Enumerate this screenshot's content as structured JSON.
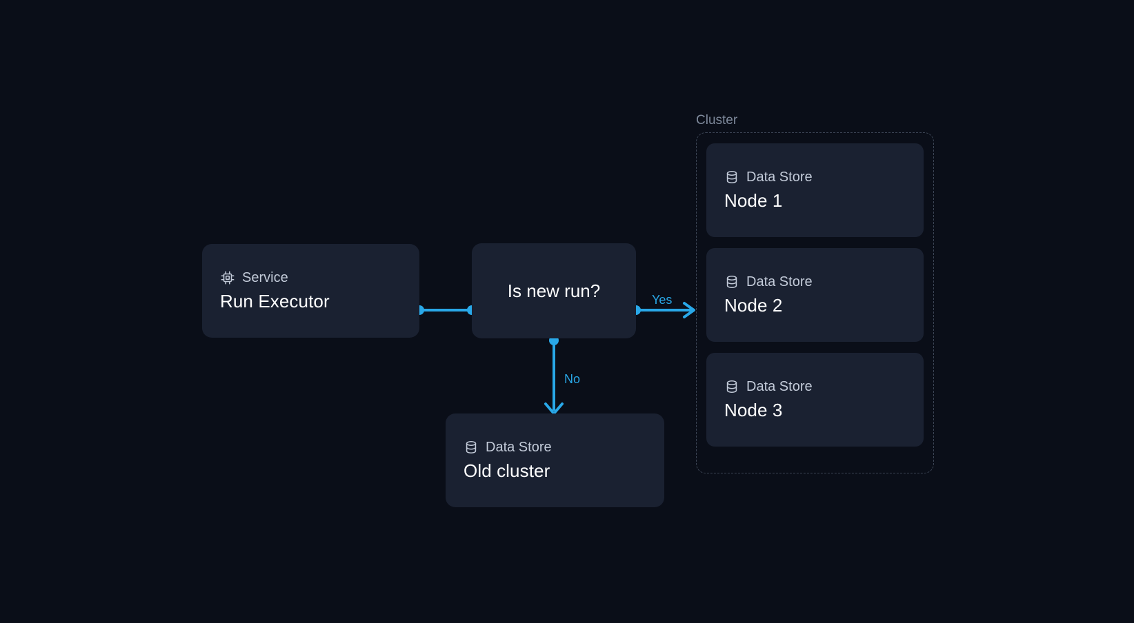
{
  "diagram": {
    "background_color": "#0a0e18",
    "node_color": "#1a2131",
    "accent_color": "#29a8e8",
    "muted_text_color": "#c3cbd9",
    "group_label_color": "#7f8a9c"
  },
  "nodes": {
    "service": {
      "type_label": "Service",
      "title": "Run Executor",
      "icon": "cpu-icon"
    },
    "decision": {
      "title": "Is new run?"
    },
    "old_cluster": {
      "type_label": "Data Store",
      "title": "Old cluster",
      "icon": "database-icon"
    }
  },
  "cluster": {
    "label": "Cluster",
    "nodes": [
      {
        "type_label": "Data Store",
        "title": "Node 1",
        "icon": "database-icon"
      },
      {
        "type_label": "Data Store",
        "title": "Node 2",
        "icon": "database-icon"
      },
      {
        "type_label": "Data Store",
        "title": "Node 3",
        "icon": "database-icon"
      }
    ]
  },
  "edges": [
    {
      "from": "service",
      "to": "decision",
      "label": ""
    },
    {
      "from": "decision",
      "to": "cluster",
      "label": "Yes"
    },
    {
      "from": "decision",
      "to": "old_cluster",
      "label": "No"
    }
  ],
  "edge_labels": {
    "yes": "Yes",
    "no": "No"
  }
}
